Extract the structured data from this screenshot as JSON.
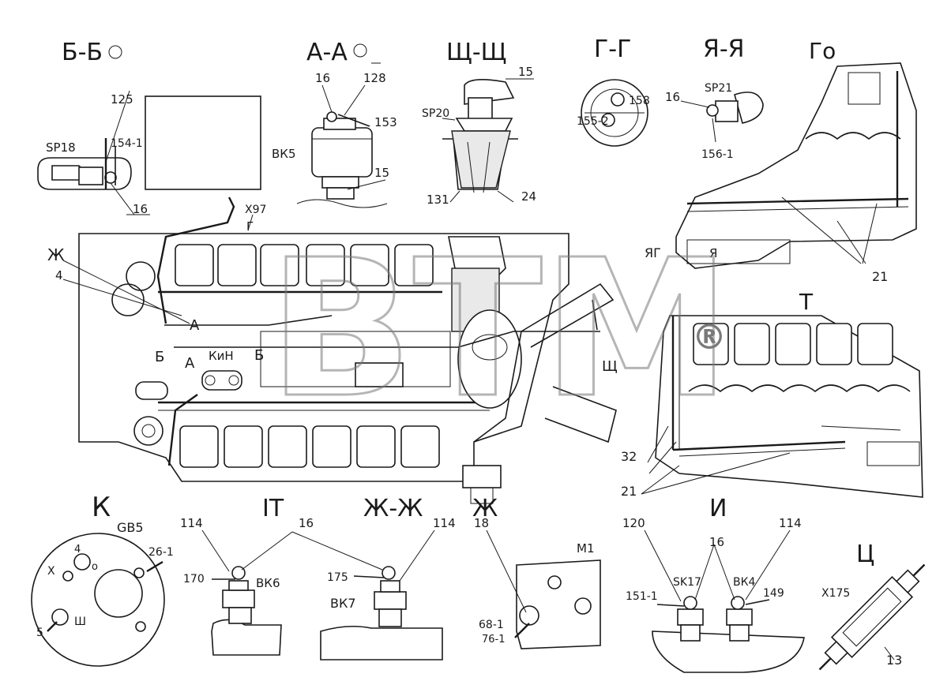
{
  "watermark": {
    "text": "ВТМ",
    "mark": "®"
  },
  "sections": {
    "b_b": "Б-Б",
    "a_a": "А-А",
    "shch": "Щ-Щ",
    "g_g": "Г-Г",
    "ya_ya": "Я-Я",
    "go": "Го",
    "t": "Т",
    "k": "К",
    "it": "IТ",
    "zh_zh": "Ж-Ж",
    "zh1": "Ж",
    "i": "И",
    "ts": "Ц"
  },
  "labels": {
    "p125": "125",
    "sp18": "SP18",
    "p154_1": "154-1",
    "p16a": "16",
    "p16b": "16",
    "p128": "128",
    "p153": "153",
    "bk5": "ВК5",
    "p15a": "15",
    "x97": "Х97",
    "p15b": "15",
    "sp20": "SP20",
    "p131": "131",
    "p24": "24",
    "p158": "158",
    "p155_2": "155-2",
    "p16c": "16",
    "sp21": "SP21",
    "p156_1": "156-1",
    "zh": "Ж",
    "p4": "4",
    "p21a": "21",
    "ya": "Я",
    "p32": "32",
    "p21b": "21",
    "shch_cut": "Щ",
    "gb5": "GB5",
    "p26_1": "26-1",
    "k_x": "Х",
    "k_4": "4",
    "k_o": "о",
    "k_sh": "Ш",
    "k_5": "5",
    "p114a": "114",
    "p16d": "16",
    "p170": "170",
    "bk6": "ВК6",
    "p114b": "114",
    "p175": "175",
    "bk7": "ВК7",
    "p18": "18",
    "m1": "М1",
    "p68_1": "68-1",
    "p76_1": "76-1",
    "p120": "120",
    "p16e": "16",
    "p114c": "114",
    "p151_1": "151-1",
    "sk17": "SK17",
    "bk4": "ВК4",
    "p149": "149",
    "x175": "Х175",
    "p13": "13",
    "eng_a1": "А",
    "eng_b1": "Б",
    "eng_a2": "А",
    "eng_kin": "КиН",
    "eng_b2": "Б",
    "eng_l": "Г",
    "eng_yag": "ЯГ"
  }
}
